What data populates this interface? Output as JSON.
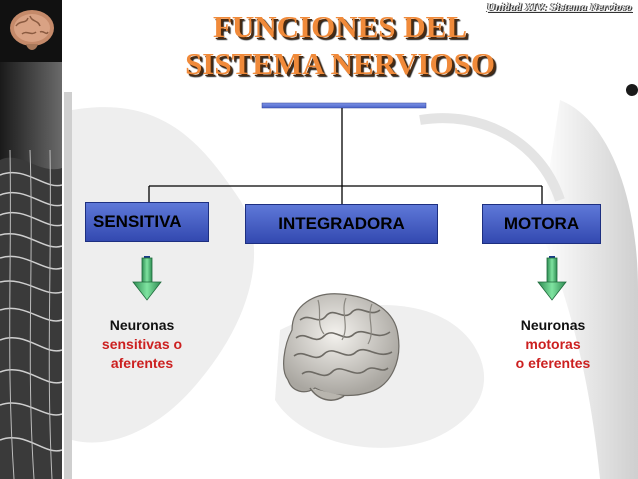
{
  "header": {
    "unit_label": "Unidad XIV: Sistema Nervioso"
  },
  "title": {
    "line1": "FUNCIONES DEL",
    "line2": "SISTEMA NERVIOSO"
  },
  "boxes": {
    "sensitive": "SENSITIVA",
    "integrative": "INTEGRADORA",
    "motor": "MOTORA"
  },
  "descriptions": {
    "sensitive": {
      "line1": "Neuronas",
      "line2": "sensitivas o",
      "line3": "aferentes"
    },
    "motor": {
      "line1": "Neuronas",
      "line2": "motoras",
      "line3": "o eferentes"
    }
  },
  "colors": {
    "title": "#f08a3a",
    "box": "#4a63c8",
    "highlight_text": "#cc2020",
    "arrow": "#3fbf6a"
  },
  "icons": {
    "top_left": "brain-icon",
    "center": "brain-image"
  }
}
